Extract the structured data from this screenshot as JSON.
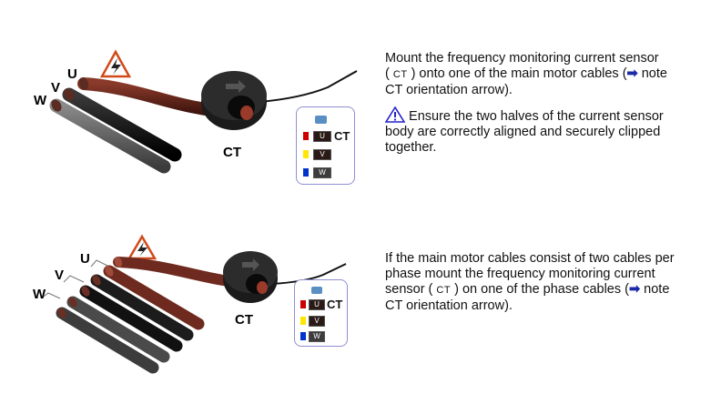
{
  "section1": {
    "labels": {
      "w": "W",
      "v": "V",
      "u": "U",
      "ct": "CT"
    },
    "box": {
      "ct_label": "CT",
      "tags": [
        "U",
        "V",
        "W"
      ]
    },
    "text_a": {
      "line1": "Mount the frequency monitoring current sensor",
      "line2_pre": "(",
      "ct": "CT",
      "line2_post": ") onto one of the main motor cables (",
      "arrow": "➡",
      "line2_end": " note",
      "line3": "CT orientation arrow)."
    },
    "text_b": {
      "line1": "Ensure the two halves of the current sensor",
      "line2": "body are correctly aligned and securely clipped",
      "line3": "together."
    }
  },
  "section2": {
    "labels": {
      "u": "U",
      "v": "V",
      "w": "W",
      "ct": "CT"
    },
    "box": {
      "ct_label": "CT",
      "tags": [
        "U",
        "V",
        "W"
      ]
    },
    "text": {
      "line1": "If the main motor cables consist of two cables per",
      "line2": "phase mount the frequency monitoring current",
      "line3_pre": "sensor (",
      "ct": "CT",
      "line3_mid": ") on one of the phase cables (",
      "arrow": "➡",
      "line3_end": " note",
      "line4": "CT orientation arrow)."
    }
  },
  "colors": {
    "cable_u": "#6e2a1e",
    "cable_v": "#141414",
    "cable_w": "#555555",
    "box_border": "#8f8fd2",
    "warning_triangle": "#d14a1a",
    "info_triangle": "#2222cc",
    "chip_u": "#cc0000",
    "chip_v": "#ffe600",
    "chip_w": "#0033cc",
    "arrow": "#1a2aa8"
  }
}
